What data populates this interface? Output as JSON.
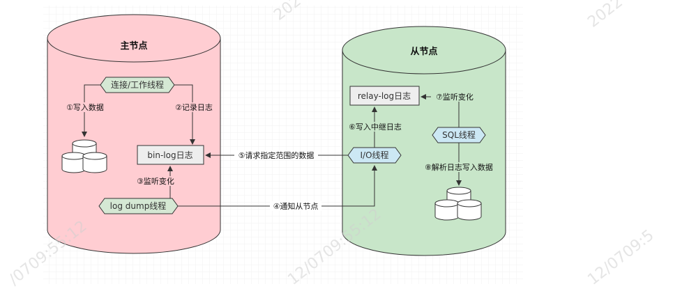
{
  "master": {
    "title": "主节点",
    "conn_thread": "连接/工作线程",
    "binlog": "bin-log日志",
    "dump_thread": "log dump线程",
    "step1": "①写入数据",
    "step2": "②记录日志",
    "step3": "③监听变化"
  },
  "slave": {
    "title": "从节点",
    "relaylog": "relay-log日志",
    "io_thread": "I/O线程",
    "sql_thread": "SQL线程",
    "step6": "⑥写入中继日志",
    "step7": "⑦监听变化",
    "step8": "⑧解析日志写入数据"
  },
  "links": {
    "step4": "④通知从节点",
    "step5": "⑤请求指定范围的数据"
  },
  "colors": {
    "master_fill": "#ffcdd2",
    "slave_fill": "#c8e6c9",
    "hex_green": "#d5e8d4",
    "hex_blue": "#cce8f4",
    "box_gray": "#eeeeee",
    "line": "#333333"
  }
}
